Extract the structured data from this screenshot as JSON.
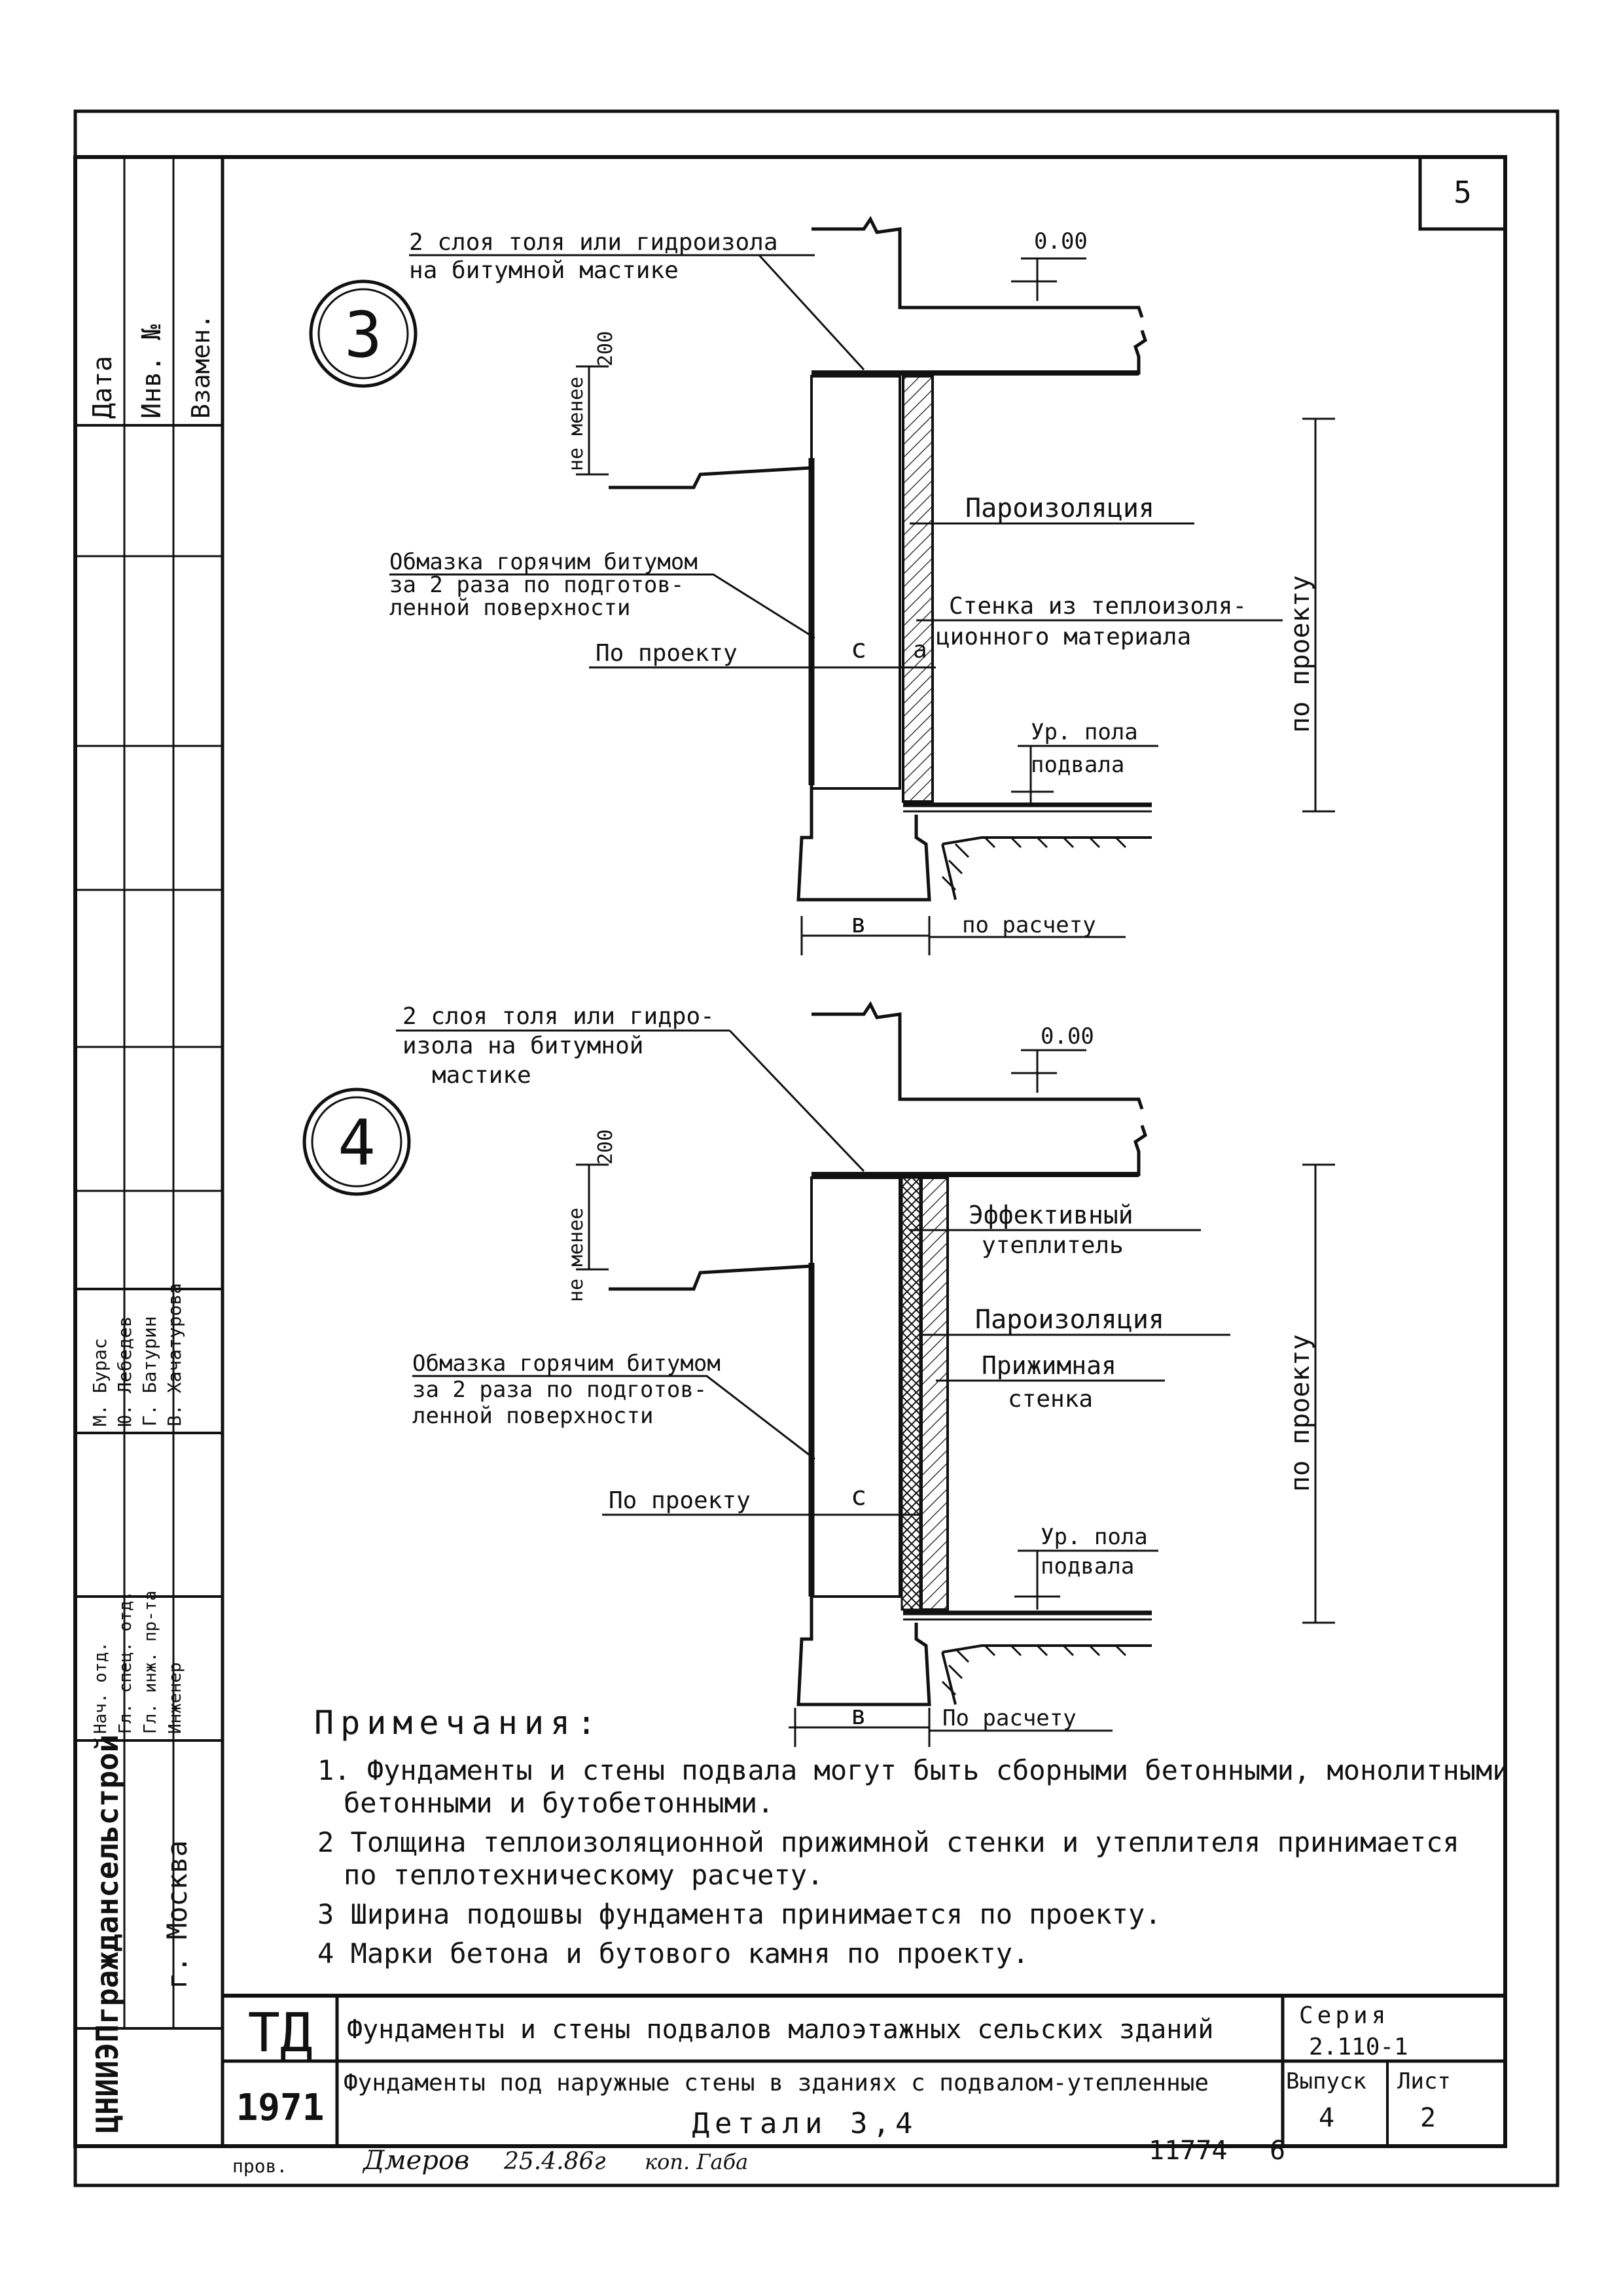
{
  "sheet_number": "5",
  "side_labels": {
    "date": "Дата",
    "inv_no": "Инв. №",
    "replace": "Взамен.",
    "signers": [
      "М. Бурас",
      "Ю. Лебедев",
      "Г. Батурин",
      "В. Хачатурова"
    ],
    "roles": [
      "Нач. отд.",
      "Гл. спец. отд.",
      "Гл. инж. пр-та",
      "Инженер"
    ],
    "org": "ЦНИИЭПграждансельстрой",
    "city": "г. Москва"
  },
  "detail3": {
    "number": "3",
    "label_waterproof": [
      "2 слоя толя или гидроизола",
      "на битумной мастике"
    ],
    "level_zero": "0.00",
    "dim_min": "не менее",
    "dim_200": "200",
    "label_vapor": "Пароизоляция",
    "label_coating": [
      "Обмазка горячим битумом",
      "за 2 раза по подготов-",
      "ленной поверхности"
    ],
    "label_wall": [
      "Стенка из теплоизоля-",
      "ционного материала"
    ],
    "label_by_project": "По проекту",
    "dim_c": "с",
    "dim_a": "а",
    "label_floor": [
      "Ур. пола",
      "подвала"
    ],
    "dim_b": "в",
    "label_by_calc": "по расчету",
    "vertical_dim": "по проекту"
  },
  "detail4": {
    "number": "4",
    "label_waterproof": [
      "2 слоя толя или гидро-",
      "изола на битумной",
      "мастике"
    ],
    "level_zero": "0.00",
    "dim_min": "не менее",
    "dim_200": "200",
    "label_insul": [
      "Эффективный",
      "утеплитель"
    ],
    "label_vapor": "Пароизоляция",
    "label_press": [
      "Прижимная",
      "стенка"
    ],
    "label_coating": [
      "Обмазка горячим битумом",
      "за 2 раза по подготов-",
      "ленной поверхности"
    ],
    "label_by_project": "По проекту",
    "dim_c": "с",
    "label_floor": [
      "Ур. пола",
      "подвала"
    ],
    "dim_b": "в",
    "label_by_calc": "По расчету",
    "vertical_dim": "по проекту"
  },
  "notes": {
    "title": "Примечания:",
    "items": [
      "1. Фундаменты и стены подвала могут быть сборными бетонными, монолитными",
      "бетонными и бутобетонными.",
      "2 Толщина теплоизоляционной прижимной стенки и утеплителя принимается",
      "по теплотехническому расчету.",
      "3 Ширина подошвы фундамента принимается по проекту.",
      "4 Марки бетона и бутового камня по проекту."
    ]
  },
  "title_block": {
    "td": "ТД",
    "year": "1971",
    "title1": "Фундаменты и стены подвалов малоэтажных сельских зданий",
    "title2": "Фундаменты под наружные стены в зданиях с подвалом-утепленные",
    "title3": "Детали 3,4",
    "series_label": "Серия",
    "series": "2.110-1",
    "issue_label": "Выпуск",
    "issue": "4",
    "sheet_label": "Лист",
    "sheet": "2"
  },
  "footer": {
    "checked": "пров.",
    "signature": "Дмеров",
    "date": "25.4.86г",
    "copy": "коп. Габа",
    "number": "11774",
    "page": "6"
  }
}
